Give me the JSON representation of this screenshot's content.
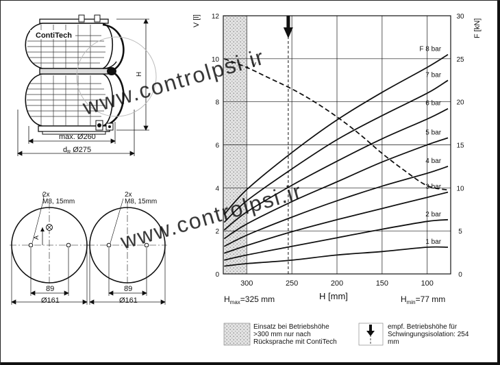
{
  "watermark": "www.controlpsi.ir",
  "bellows": {
    "brand": "ContiTech",
    "height_label": "H",
    "max_diameter_label": "max. Ø260",
    "dr_label_prefix": "d",
    "dr_label_sub": "R",
    "dr_label_value": " Ø275"
  },
  "plates": [
    {
      "holes_label": "2x",
      "thread_label": "M8, 15mm",
      "a_label": "A",
      "spacing_label": "89",
      "diameter_label": "Ø161"
    },
    {
      "holes_label": "2x",
      "thread_label": "M8, 15mm",
      "spacing_label": "89",
      "diameter_label": "Ø161"
    }
  ],
  "chart_data": {
    "type": "line",
    "xlabel": "H [mm]",
    "y_left_label": "V [l]",
    "y_right_label": "F [kN]",
    "x_ticks": [
      300,
      250,
      200,
      150,
      100
    ],
    "x_range": [
      326,
      74
    ],
    "y_left_ticks": [
      0,
      2,
      4,
      6,
      8,
      10,
      12
    ],
    "y_left_range": [
      0,
      12
    ],
    "y_right_ticks": [
      0,
      5,
      10,
      15,
      20,
      25,
      30
    ],
    "y_right_range": [
      0,
      30
    ],
    "hmax_label": "H max =325 mm",
    "hmin_label": "H min =77 mm",
    "hmax_prefix": "H",
    "hmax_sub": "max",
    "hmax_value": "=325 mm",
    "hmin_prefix": "H",
    "hmin_sub": "min",
    "hmin_value": "=77 mm",
    "recommended_height": 254,
    "hatched_zone": [
      325,
      300
    ],
    "volume_curve": {
      "name": "V",
      "x": [
        325,
        300,
        275,
        250,
        225,
        200,
        175,
        150,
        125,
        100,
        77
      ],
      "y": [
        10.0,
        9.6,
        9.1,
        8.6,
        8.0,
        7.3,
        6.5,
        5.6,
        4.8,
        4.1,
        3.9
      ]
    },
    "series": [
      {
        "name": "1 bar",
        "x": [
          325,
          300,
          250,
          200,
          150,
          100,
          77
        ],
        "y": [
          0.9,
          1.2,
          1.6,
          2.2,
          2.6,
          3.1,
          3.1
        ]
      },
      {
        "name": "2 bar",
        "x": [
          325,
          300,
          250,
          200,
          150,
          100,
          77
        ],
        "y": [
          1.6,
          2.2,
          3.2,
          4.2,
          5.2,
          6.1,
          6.3
        ]
      },
      {
        "name": "3 bar",
        "x": [
          325,
          300,
          250,
          200,
          150,
          100,
          77
        ],
        "y": [
          2.4,
          3.3,
          4.9,
          6.3,
          7.6,
          8.9,
          9.5
        ]
      },
      {
        "name": "4 bar",
        "x": [
          325,
          300,
          250,
          200,
          150,
          100,
          77
        ],
        "y": [
          3.2,
          4.5,
          6.6,
          8.5,
          10.2,
          11.7,
          12.5
        ]
      },
      {
        "name": "5 bar",
        "x": [
          325,
          300,
          250,
          200,
          150,
          100,
          77
        ],
        "y": [
          4.1,
          5.8,
          8.4,
          10.7,
          13.0,
          15.0,
          15.8
        ]
      },
      {
        "name": "6 bar",
        "x": [
          325,
          300,
          250,
          200,
          150,
          100,
          77
        ],
        "y": [
          5.1,
          7.2,
          10.3,
          13.1,
          15.7,
          18.0,
          19.2
        ]
      },
      {
        "name": "7 bar",
        "x": [
          325,
          300,
          250,
          200,
          150,
          100,
          77
        ],
        "y": [
          6.0,
          8.5,
          12.2,
          15.6,
          18.4,
          21.0,
          22.5
        ]
      },
      {
        "name": "F 8 bar",
        "x": [
          325,
          300,
          250,
          200,
          150,
          100,
          77
        ],
        "y": [
          6.9,
          9.8,
          14.1,
          17.9,
          21.1,
          24.0,
          25.5
        ]
      }
    ]
  },
  "legend": {
    "hatched_text": [
      "Einsatz bei Betriebshöhe",
      ">300 mm nur nach",
      "Rücksprache mit ContiTech"
    ],
    "arrow_text": [
      "empf. Betriebshöhe für",
      "Schwingungsisolation: 254",
      "mm"
    ]
  }
}
